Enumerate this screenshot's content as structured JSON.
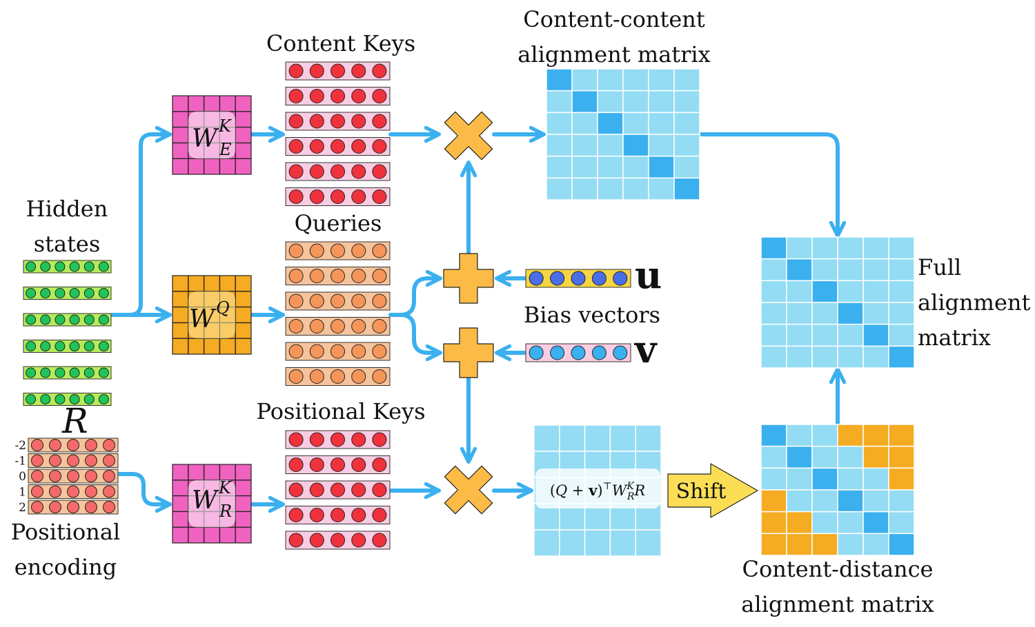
{
  "labels": {
    "hidden_line1": "Hidden",
    "hidden_line2": "states",
    "content_keys": "Content Keys",
    "queries": "Queries",
    "positional_keys": "Positional Keys",
    "cc_line1": "Content-content",
    "cc_line2": "alignment matrix",
    "full_line1": "Full",
    "full_line2": "alignment",
    "full_line3": "matrix",
    "cd_line1": "Content-distance",
    "cd_line2": "alignment matrix",
    "bias_vectors": "Bias vectors",
    "pos_enc_line1": "Positional",
    "pos_enc_line2": "encoding",
    "shift": "Shift",
    "u": "u",
    "v": "v",
    "R": "R"
  },
  "weights": {
    "we_base": "W",
    "we_sup": "K",
    "we_sub": "E",
    "wq_base": "W",
    "wq_sup": "Q",
    "wr_base": "W",
    "wr_sup": "K",
    "wr_sub": "R"
  },
  "formula": {
    "open": "(",
    "q": "Q",
    "plus": " + ",
    "v": "v",
    "close": ")",
    "top": "⊤",
    "w": "W",
    "w_sup": "K",
    "w_sub": "R",
    "r": "R"
  },
  "position_indices": [
    "-2",
    "-1",
    "0",
    "1",
    "2"
  ],
  "colors": {
    "arrow": "#3bb0ef",
    "weight_pink": "#f062c0",
    "weight_orange": "#f5ab22",
    "key_red": "#f0323c",
    "query_orange": "#f5955a",
    "hidden_green": "#21c45a",
    "matrix_light": "#93dcf3",
    "matrix_dark": "#3bb0ef",
    "matrix_orange": "#f5ab22",
    "op_orange": "#fbbb46"
  }
}
